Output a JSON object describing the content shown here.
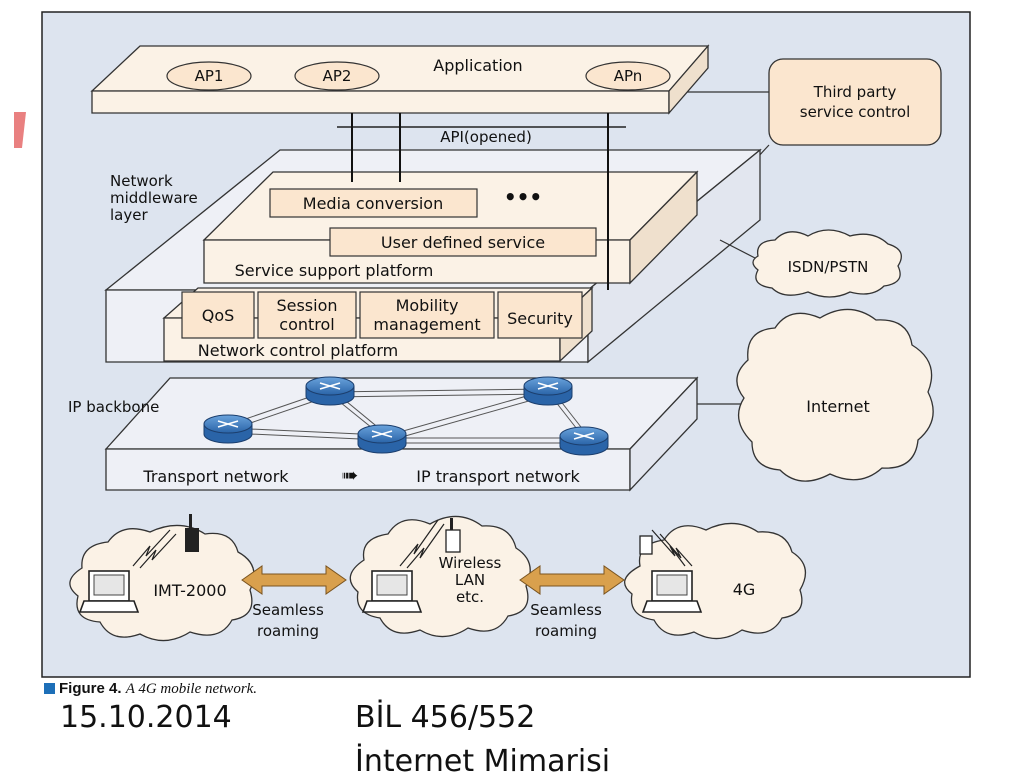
{
  "figure": {
    "caption_label": "Figure 4.",
    "caption_text": "A 4G mobile network."
  },
  "application_layer": {
    "title": "Application",
    "apps": [
      "AP1",
      "AP2",
      "APn"
    ],
    "api_label": "API(opened)"
  },
  "third_party": {
    "line1": "Third party",
    "line2": "service control"
  },
  "middleware": {
    "label_lines": [
      "Network",
      "middleware",
      "layer"
    ],
    "service_platform": {
      "title": "Service support platform",
      "media_conversion": "Media conversion",
      "ellipsis": "•••",
      "user_defined": "User defined service"
    },
    "control_platform": {
      "title": "Network control platform",
      "modules": [
        {
          "lines": [
            "QoS"
          ]
        },
        {
          "lines": [
            "Session",
            "control"
          ]
        },
        {
          "lines": [
            "Mobility",
            "management"
          ]
        },
        {
          "lines": [
            "Security"
          ]
        }
      ]
    }
  },
  "clouds": {
    "isdn": "ISDN/PSTN",
    "internet": "Internet"
  },
  "backbone": {
    "label": "IP backbone",
    "transport_left": "Transport network",
    "arrow": "➠",
    "transport_right": "IP transport network"
  },
  "access": {
    "imt2000": "IMT-2000",
    "wlan_lines": [
      "Wireless",
      "LAN",
      "etc."
    ],
    "fourg": "4G",
    "roaming_lines": [
      "Seamless",
      "roaming"
    ]
  },
  "footer": {
    "date": "15.10.2014",
    "course": "BİL 456/552",
    "subtitle": "İnternet Mimarisi"
  },
  "colors": {
    "panel_bg": "#dde4ef",
    "platform_fill": "#fbf2e6",
    "module_fill": "#fbe6cf",
    "router_fill": "#3e7ec4",
    "roaming_arrow": "#d9a04d"
  }
}
